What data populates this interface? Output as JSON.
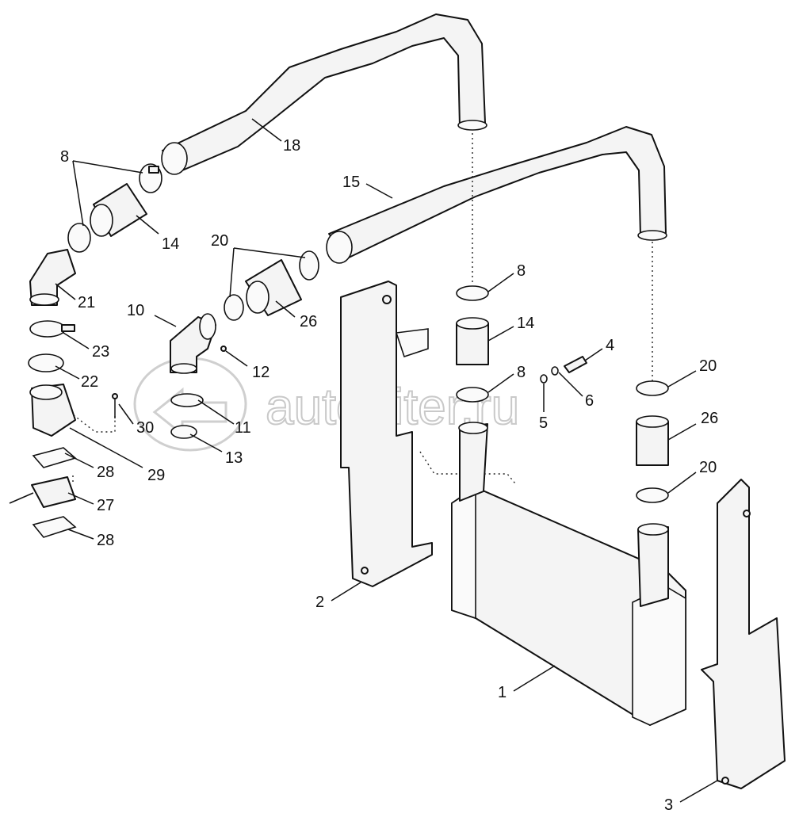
{
  "watermark": {
    "text": "autopiter.ru"
  },
  "callouts": {
    "n1": "1",
    "n2": "2",
    "n3": "3",
    "n4": "4",
    "n5": "5",
    "n6": "6",
    "n8a": "8",
    "n8b": "8",
    "n8c": "8",
    "n10": "10",
    "n11": "11",
    "n12": "12",
    "n13": "13",
    "n14a": "14",
    "n14b": "14",
    "n15": "15",
    "n18": "18",
    "n20a": "20",
    "n20b": "20",
    "n20c": "20",
    "n21": "21",
    "n22": "22",
    "n23": "23",
    "n26a": "26",
    "n26b": "26",
    "n27": "27",
    "n28a": "28",
    "n28b": "28",
    "n29": "29",
    "n30": "30"
  },
  "parts": [
    "intercooler",
    "left-bracket",
    "right-bracket",
    "bolt",
    "washer",
    "washer-small",
    "clamp",
    "elbow",
    "clamp-small",
    "plug",
    "o-ring",
    "hose-sleeve",
    "upper-pipe-15",
    "upper-pipe-18",
    "clamp-20",
    "elbow-21",
    "o-ring-22",
    "clamp-23",
    "hose-26",
    "valve-27",
    "gasket-28",
    "flange-29",
    "screw-30"
  ]
}
